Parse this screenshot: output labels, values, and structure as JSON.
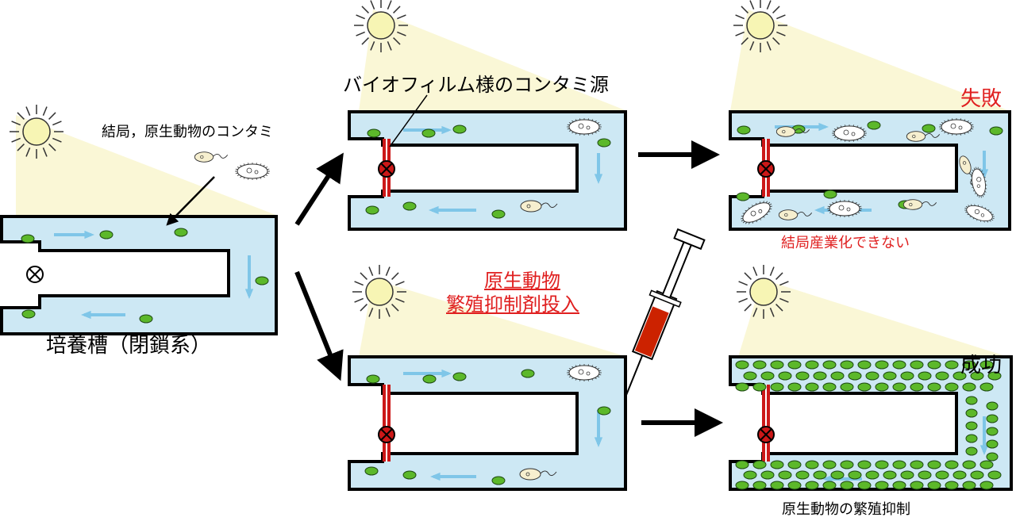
{
  "labels": {
    "tank": "培養槽（閉鎖系）",
    "contamination": "結局，原生動物のコンタミ",
    "biofilm": "バイオフィルム様のコンタミ源",
    "failure": "失敗",
    "no_industrialization": "結局産業化できない",
    "inhibitor_line1": "原生動物",
    "inhibitor_line2": "繁殖抑制剤投入",
    "success": "成功",
    "suppression": "原生動物の繁殖抑制"
  },
  "colors": {
    "medium": "#cde8f4",
    "light_beam": "#faf7d6",
    "sun": "#f7f5b4",
    "algae": "#5cb82a",
    "flow_arrow": "#7fc6e8",
    "accent_red": "#e02020",
    "syringe_fluid": "#cc2200",
    "valve_red": "#cc1818"
  },
  "icons": [
    "sun-icon",
    "valve-icon",
    "flow-arrow-icon",
    "algae-cell-icon",
    "protozoa-icon",
    "syringe-icon",
    "process-arrow-icon"
  ]
}
